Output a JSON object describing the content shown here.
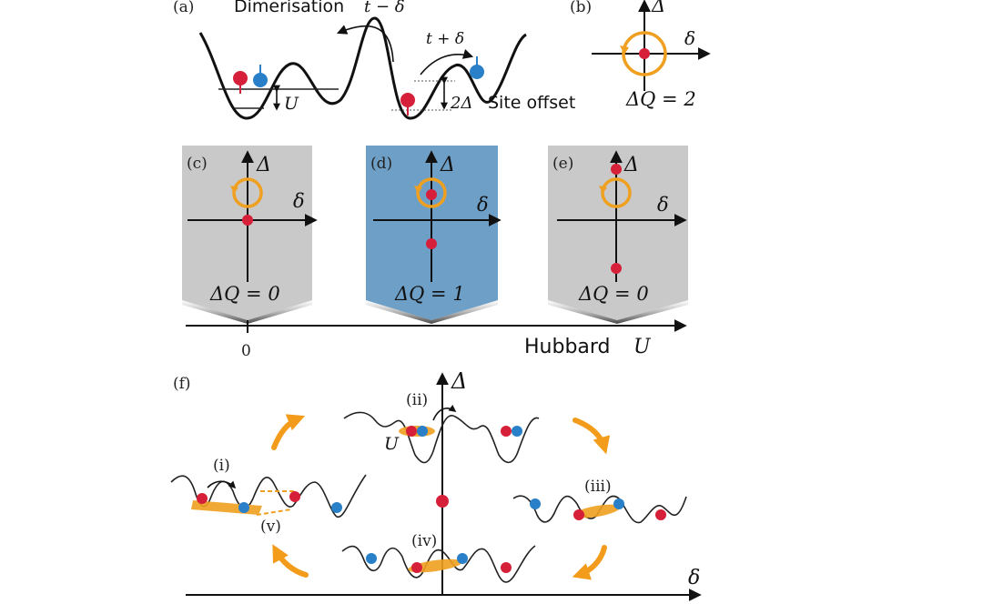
{
  "colors": {
    "red": "#d6203a",
    "blue": "#2a7fc9",
    "orange": "#f39c1b",
    "panel_grey": "#c9c9c9",
    "panel_blue": "#6e9fc7"
  },
  "panel_a": {
    "label": "(a)",
    "dimerisation": "Dimerisation",
    "hop_weak": "t − δ",
    "hop_strong": "t + δ",
    "u_label": "U",
    "offset_value": "2Δ",
    "offset_text": "Site offset"
  },
  "panel_b": {
    "label": "(b)",
    "y_axis": "Δ",
    "x_axis": "δ",
    "dq": "ΔQ = 2"
  },
  "panels_cde": [
    {
      "label": "(c)",
      "y_axis": "Δ",
      "x_axis": "δ",
      "dq": "ΔQ = 0"
    },
    {
      "label": "(d)",
      "y_axis": "Δ",
      "x_axis": "δ",
      "dq": "ΔQ = 1"
    },
    {
      "label": "(e)",
      "y_axis": "Δ",
      "x_axis": "δ",
      "dq": "ΔQ = 0"
    }
  ],
  "hubbard_axis": {
    "zero": "0",
    "label_text": "Hubbard",
    "label_var": "U"
  },
  "panel_f": {
    "label": "(f)",
    "y_axis": "Δ",
    "x_axis": "δ",
    "steps": [
      "(i)",
      "(ii)",
      "(iii)",
      "(iv)",
      "(v)"
    ],
    "u_label": "U"
  }
}
